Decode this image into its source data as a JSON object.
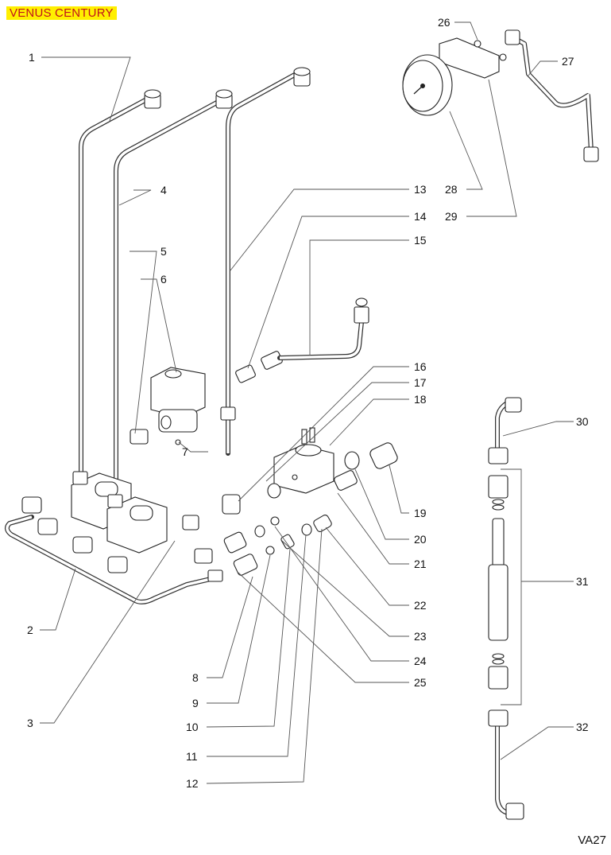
{
  "header": {
    "title": "VENUS CENTURY"
  },
  "footer": {
    "drawing_code": "VA27"
  },
  "colors": {
    "title_bg": "#ffef00",
    "title_text": "#c0141c"
  },
  "callouts": [
    {
      "id": "1",
      "text": "1"
    },
    {
      "id": "2",
      "text": "2"
    },
    {
      "id": "3",
      "text": "3"
    },
    {
      "id": "4",
      "text": "4"
    },
    {
      "id": "5",
      "text": "5"
    },
    {
      "id": "6",
      "text": "6"
    },
    {
      "id": "7",
      "text": "7"
    },
    {
      "id": "8",
      "text": "8"
    },
    {
      "id": "9",
      "text": "9"
    },
    {
      "id": "10",
      "text": "10"
    },
    {
      "id": "11",
      "text": "11"
    },
    {
      "id": "12",
      "text": "12"
    },
    {
      "id": "13",
      "text": "13"
    },
    {
      "id": "14",
      "text": "14"
    },
    {
      "id": "15",
      "text": "15"
    },
    {
      "id": "16",
      "text": "16"
    },
    {
      "id": "17",
      "text": "17"
    },
    {
      "id": "18",
      "text": "18"
    },
    {
      "id": "19",
      "text": "19"
    },
    {
      "id": "20",
      "text": "20"
    },
    {
      "id": "21",
      "text": "21"
    },
    {
      "id": "22",
      "text": "22"
    },
    {
      "id": "23",
      "text": "23"
    },
    {
      "id": "24",
      "text": "24"
    },
    {
      "id": "25",
      "text": "25"
    },
    {
      "id": "26",
      "text": "26"
    },
    {
      "id": "27",
      "text": "27"
    },
    {
      "id": "28",
      "text": "28"
    },
    {
      "id": "29",
      "text": "29"
    },
    {
      "id": "30",
      "text": "30"
    },
    {
      "id": "31",
      "text": "31"
    },
    {
      "id": "32",
      "text": "32"
    }
  ]
}
